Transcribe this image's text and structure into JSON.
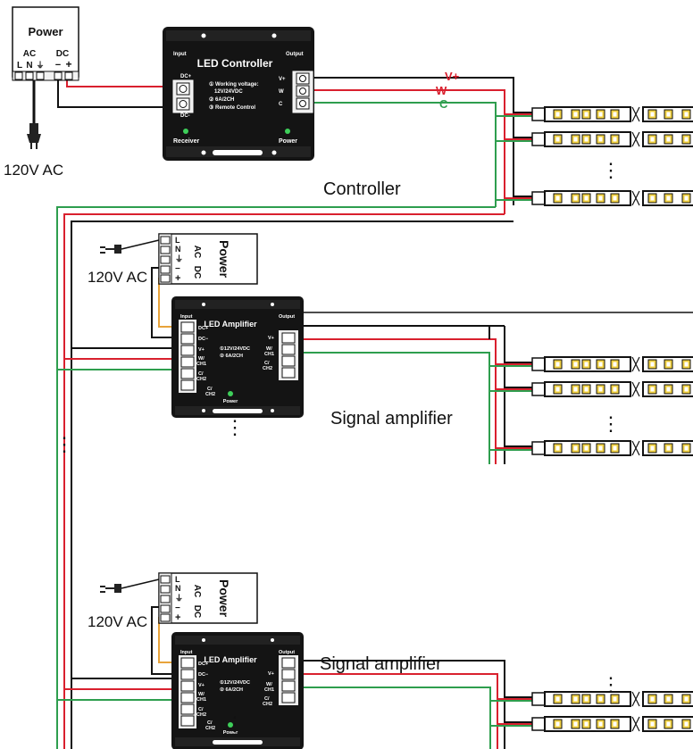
{
  "colors": {
    "wire_red": "#d9202e",
    "wire_green": "#2e9e4e",
    "wire_black": "#111111",
    "wire_orange": "#e8a33a",
    "device_body": "#141414",
    "led_chip": "#f0d040"
  },
  "power_top": {
    "title": "Power",
    "ac": "AC",
    "dc": "DC",
    "l": "L",
    "n": "N",
    "ground": "⏚",
    "minus": "−",
    "plus": "+",
    "mains": "120V AC"
  },
  "power_mid": {
    "title": "Power",
    "ac": "AC",
    "dc": "DC",
    "l": "L",
    "n": "N",
    "ground": "⏚",
    "minus": "−",
    "plus": "+",
    "mains": "120V AC"
  },
  "power_bot": {
    "title": "Power",
    "ac": "AC",
    "dc": "DC",
    "l": "L",
    "n": "N",
    "ground": "⏚",
    "minus": "−",
    "plus": "+",
    "mains": "120V AC"
  },
  "controller": {
    "title": "LED Controller",
    "input": "Input",
    "output": "Output",
    "dc_plus": "DC+",
    "dc_minus": "DC-",
    "spec1": "① Working voltage:",
    "spec1b": "12V/24VDC",
    "spec2": "② 6A/2CH",
    "spec3": "③ Remote Control",
    "vplus": "V+",
    "w": "W",
    "c": "C",
    "receiver": "Receiver",
    "power": "Power",
    "caption": "Controller"
  },
  "wire_labels": {
    "vplus": "V+",
    "w": "W",
    "c": "C"
  },
  "amp1": {
    "title": "LED Amplifier",
    "input": "Input",
    "output": "Output",
    "dc_plus": "DC+",
    "dc_minus": "DC−",
    "vplus_in": "V+",
    "w_ch1": "W/",
    "ch1": "CH1",
    "c_ch2": "C/",
    "ch2": "CH2",
    "spec1": "①12V/24VDC",
    "spec2": "② 6A/2CH",
    "vplus_out": "V+",
    "w_out": "W/",
    "ch1_out": "CH1",
    "c_out": "C/",
    "ch2_out": "CH2",
    "power": "Power",
    "caption": "Signal amplifier"
  },
  "amp2": {
    "title": "LED Amplifier",
    "input": "Input",
    "output": "Output",
    "dc_plus": "DC+",
    "dc_minus": "DC−",
    "vplus_in": "V+",
    "w_ch1": "W/",
    "ch1": "CH1",
    "c_ch2": "C/",
    "ch2": "CH2",
    "spec1": "①12V/24VDC",
    "spec2": "② 6A/2CH",
    "vplus_out": "V+",
    "w_out": "W/",
    "ch1_out": "CH1",
    "c_out": "C/",
    "ch2_out": "CH2",
    "power": "Power",
    "caption": "Signal amplifier"
  },
  "ellipsis": "⋮"
}
